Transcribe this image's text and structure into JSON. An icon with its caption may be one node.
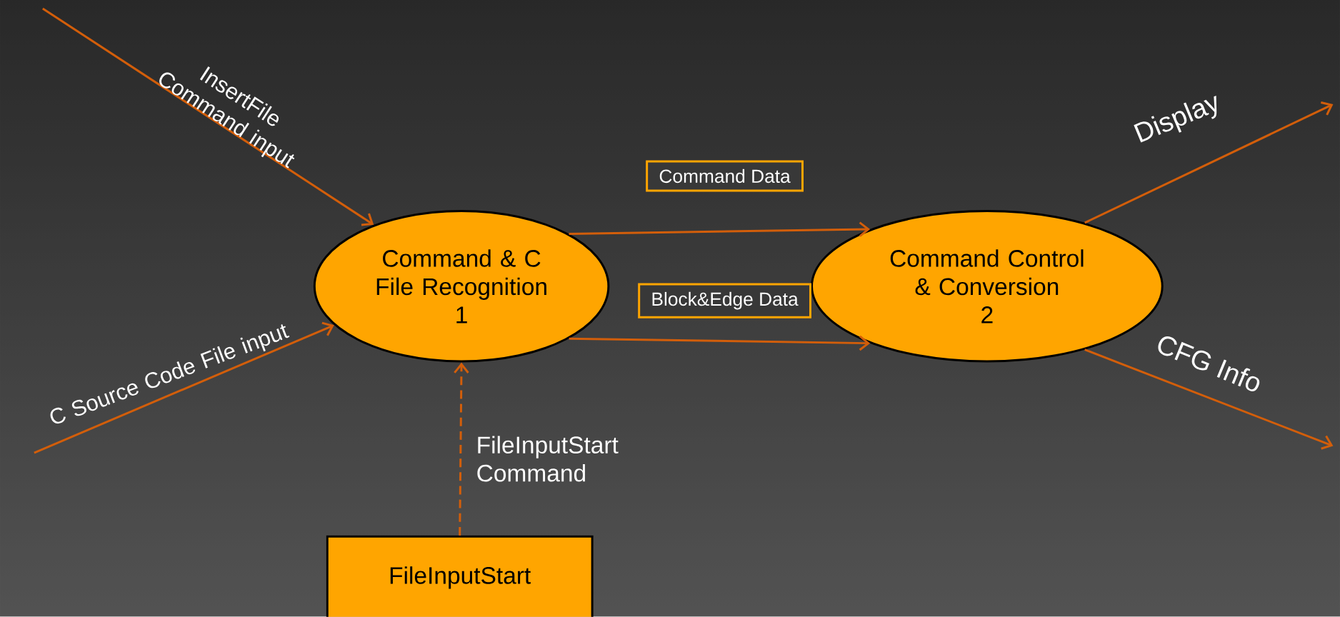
{
  "diagram": {
    "nodes": [
      {
        "text": [
          "Command & C File Recognition",
          "1"
        ]
      },
      {
        "text": [
          "Command Control & Conversion",
          "2"
        ]
      },
      {
        "text": [
          "FileInputStart"
        ]
      }
    ],
    "edges": [
      {
        "from": null,
        "to": 0,
        "arrow": "to",
        "label": "InsertFile Command input"
      },
      {
        "from": null,
        "to": 0,
        "arrow": "to",
        "label": "C Source Code File input"
      },
      {
        "from": 0,
        "to": 1,
        "arrow": "to",
        "label": "Command Data"
      },
      {
        "from": 0,
        "to": 1,
        "arrow": "to",
        "label": "Block&Edge Data"
      },
      {
        "from": 1,
        "to": null,
        "arrow": "to",
        "label": "Display"
      },
      {
        "from": 1,
        "to": null,
        "arrow": "to",
        "label": "CFG Info"
      },
      {
        "from": 2,
        "to": 0,
        "arrow": "to",
        "label": "FileInputStart Command",
        "style": "dashed"
      }
    ]
  }
}
